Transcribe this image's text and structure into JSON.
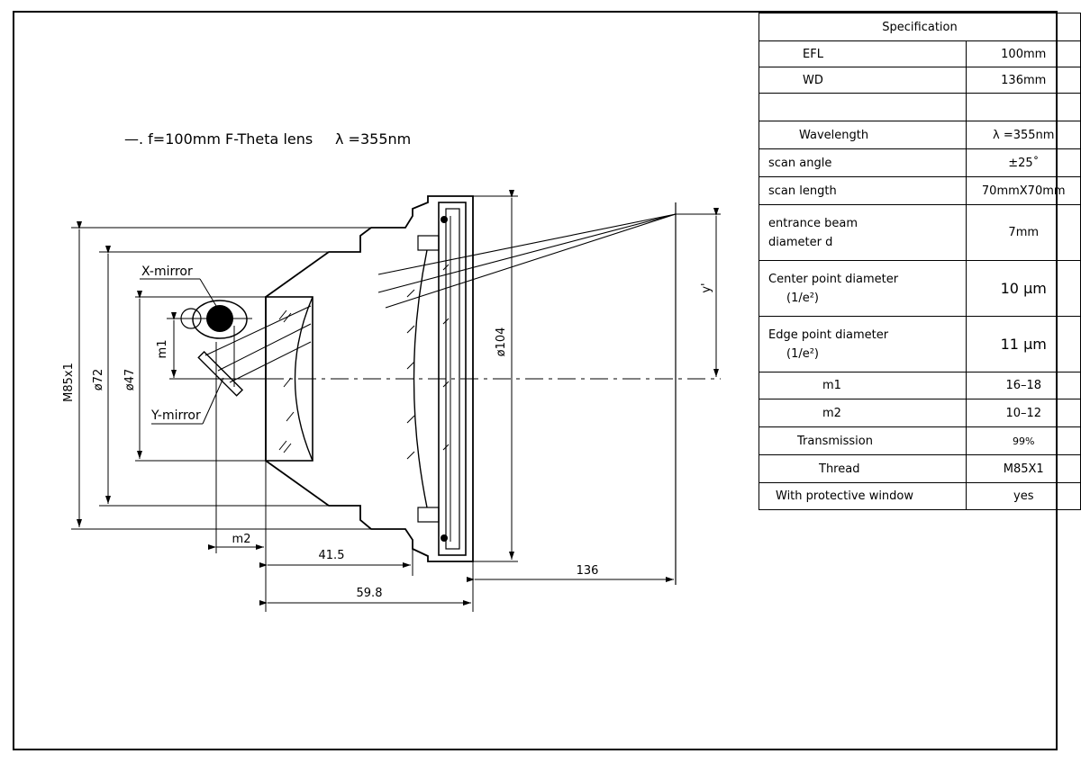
{
  "title": {
    "prefix": "—. f=100mm F-Theta lens",
    "wavelength": "λ =355nm"
  },
  "labels": {
    "x_mirror": "X-mirror",
    "y_mirror": "Y-mirror",
    "m85": "M85x1",
    "d72": "ø72",
    "d47": "ø47",
    "m1": "m1",
    "d104": "ø104",
    "y_prime": "y'",
    "m2": "m2",
    "dim_41_5": "41.5",
    "dim_59_8": "59.8",
    "dim_136": "136"
  },
  "spec": {
    "header": "Specification",
    "rows": [
      {
        "label": "EFL",
        "value": "100mm"
      },
      {
        "label": "WD",
        "value": "136mm"
      },
      {
        "label": "",
        "value": ""
      },
      {
        "label": "Wavelength",
        "value": "λ =355nm"
      },
      {
        "label": "scan  angle",
        "value": "±25˚"
      },
      {
        "label": "scan  length",
        "value": "70mmX70mm"
      },
      {
        "label": "entrance  beam",
        "label2": "diameter  d",
        "value": "7mm"
      },
      {
        "label": "Center  point  diameter",
        "label2": "(1/e²)",
        "value": "10 μm"
      },
      {
        "label": "Edge  point   diameter",
        "label2": "(1/e²)",
        "value": "11 μm"
      },
      {
        "label": "m1",
        "value": "16–18"
      },
      {
        "label": "m2",
        "value": "10–12"
      },
      {
        "label": "Transmission",
        "value": "99%"
      },
      {
        "label": "Thread",
        "value": "M85X1"
      },
      {
        "label": "With  protective  window",
        "value": "yes"
      }
    ]
  }
}
